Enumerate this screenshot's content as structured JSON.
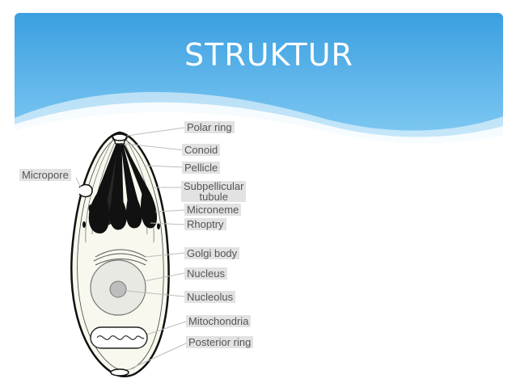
{
  "slide": {
    "title": "STRUKTUR"
  },
  "diagram": {
    "labels": {
      "polar_ring": "Polar ring",
      "conoid": "Conoid",
      "pellicle": "Pellicle",
      "micropore": "Micropore",
      "subpellicular_tubule_line1": "Subpellicular",
      "subpellicular_tubule_line2": "tubule",
      "microneme": "Microneme",
      "rhoptry": "Rhoptry",
      "golgi_body": "Golgi body",
      "nucleus": "Nucleus",
      "nucleolus": "Nucleolus",
      "mitochondria": "Mitochondria",
      "posterior_ring": "Posterior ring"
    }
  },
  "colors": {
    "header_top": "#3a9fe0",
    "header_bottom": "#7cc6f2",
    "wave": "#ffffff",
    "cell_fill": "#f8f8ee",
    "label_bg": "#e2e2e2"
  }
}
